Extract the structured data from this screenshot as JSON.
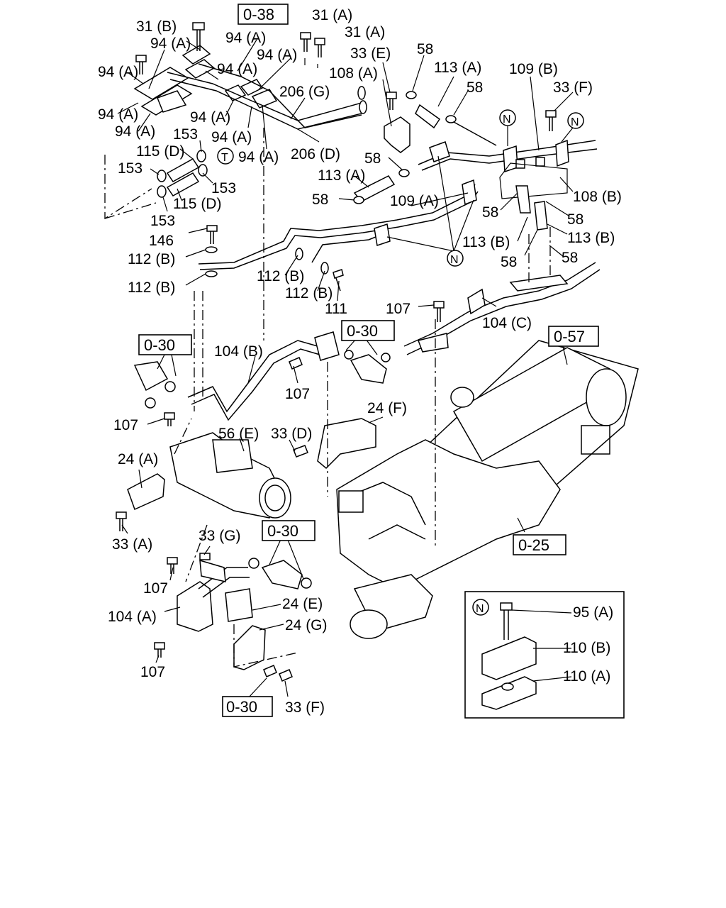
{
  "labels": [
    {
      "text": "31 (B)"
    },
    {
      "text": "0-38"
    },
    {
      "text": "31 (A)"
    },
    {
      "text": "31 (A)"
    },
    {
      "text": "94 (A)"
    },
    {
      "text": "94 (A)"
    },
    {
      "text": "94 (A)"
    },
    {
      "text": "94 (A)"
    },
    {
      "text": "94 (A)"
    },
    {
      "text": "94 (A)"
    },
    {
      "text": "94 (A)"
    },
    {
      "text": "94 (A)"
    },
    {
      "text": "94 (A)"
    },
    {
      "text": "94 (A)"
    },
    {
      "text": "33 (E)"
    },
    {
      "text": "58"
    },
    {
      "text": "113 (A)"
    },
    {
      "text": "109 (B)"
    },
    {
      "text": "58"
    },
    {
      "text": "33 (F)"
    },
    {
      "text": "108 (A)"
    },
    {
      "text": "206 (G)"
    },
    {
      "text": "206 (D)"
    },
    {
      "text": "153"
    },
    {
      "text": "115 (D)"
    },
    {
      "text": "153"
    },
    {
      "text": "153"
    },
    {
      "text": "115 (D)"
    },
    {
      "text": "153"
    },
    {
      "text": "58"
    },
    {
      "text": "113 (A)"
    },
    {
      "text": "58"
    },
    {
      "text": "109 (A)"
    },
    {
      "text": "108 (B)"
    },
    {
      "text": "58"
    },
    {
      "text": "58"
    },
    {
      "text": "113 (B)"
    },
    {
      "text": "113 (B)"
    },
    {
      "text": "58"
    },
    {
      "text": "58"
    },
    {
      "text": "146"
    },
    {
      "text": "112 (B)"
    },
    {
      "text": "112 (B)"
    },
    {
      "text": "112 (B)"
    },
    {
      "text": "112 (B)"
    },
    {
      "text": "111"
    },
    {
      "text": "107"
    },
    {
      "text": "104 (C)"
    },
    {
      "text": "0-30"
    },
    {
      "text": "0-57"
    },
    {
      "text": "0-30"
    },
    {
      "text": "104 (B)"
    },
    {
      "text": "107"
    },
    {
      "text": "24 (F)"
    },
    {
      "text": "107"
    },
    {
      "text": "56 (E)"
    },
    {
      "text": "33 (D)"
    },
    {
      "text": "24 (A)"
    },
    {
      "text": "33 (A)"
    },
    {
      "text": "0-30"
    },
    {
      "text": "33 (G)"
    },
    {
      "text": "0-25"
    },
    {
      "text": "107"
    },
    {
      "text": "104 (A)"
    },
    {
      "text": "24 (E)"
    },
    {
      "text": "24 (G)"
    },
    {
      "text": "107"
    },
    {
      "text": "0-30"
    },
    {
      "text": "33 (F)"
    },
    {
      "text": "95 (A)"
    },
    {
      "text": "110 (B)"
    },
    {
      "text": "110 (A)"
    }
  ],
  "markers": [
    {
      "text": "N"
    },
    {
      "text": "N"
    },
    {
      "text": "N"
    },
    {
      "text": "N"
    },
    {
      "text": "T"
    }
  ]
}
